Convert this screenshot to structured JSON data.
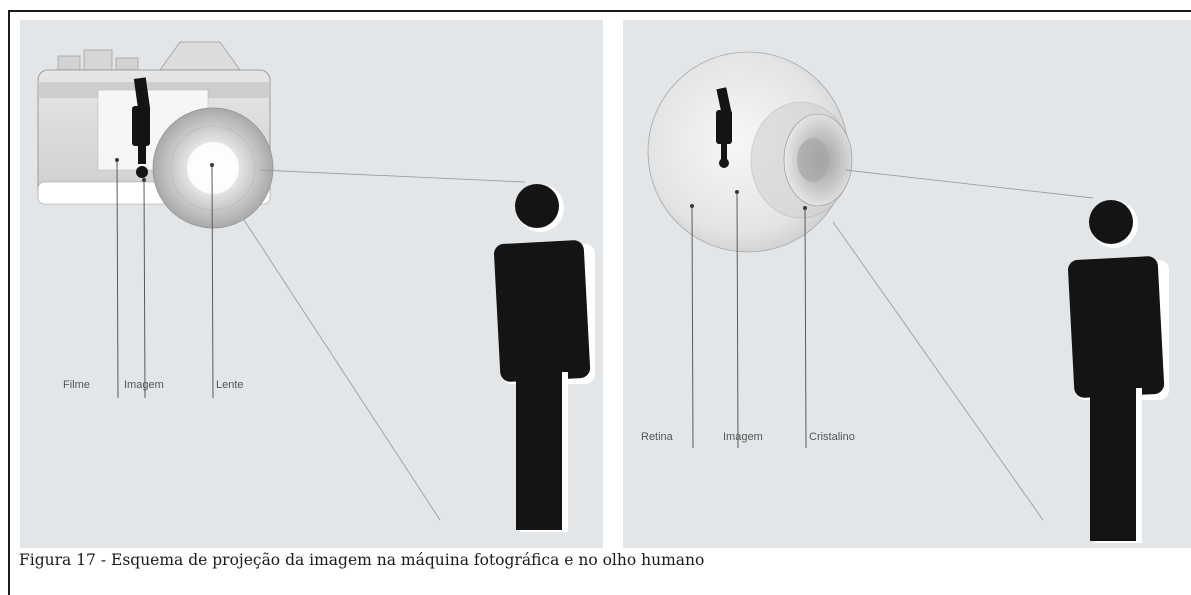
{
  "caption": "Figura 17 - Esquema de projeção da imagem na máquina fotográfica e no olho humano",
  "camera_panel": {
    "labels": {
      "film": "Filme",
      "image": "Imagem",
      "lens": "Lente"
    }
  },
  "eye_panel": {
    "labels": {
      "retina": "Retina",
      "image": "Imagem",
      "crystalline": "Cristalino"
    }
  }
}
